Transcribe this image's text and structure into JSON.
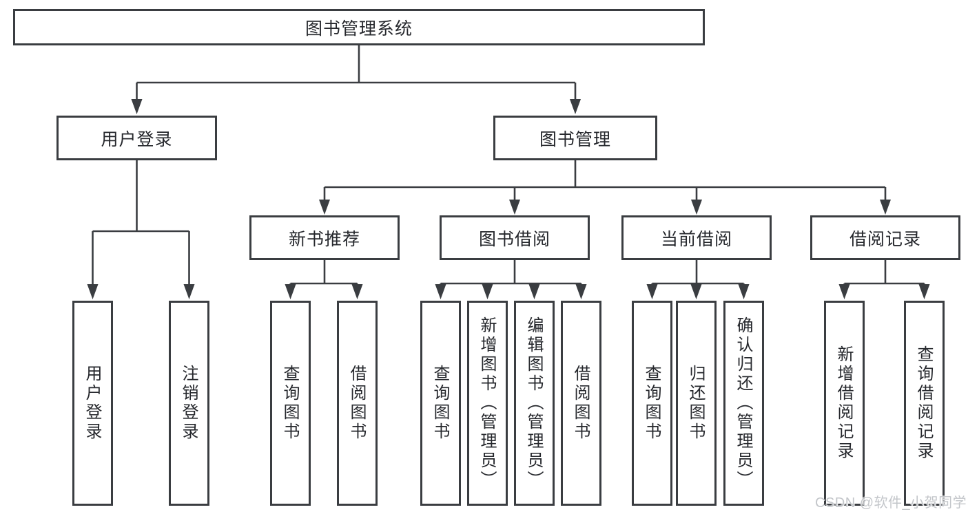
{
  "diagram": {
    "root": {
      "label": "图书管理系统"
    },
    "branches": [
      {
        "label": "用户登录",
        "children": [
          {
            "label": "用户登录"
          },
          {
            "label": "注销登录"
          }
        ]
      },
      {
        "label": "图书管理",
        "children": [
          {
            "label": "新书推荐",
            "children": [
              {
                "label": "查询图书"
              },
              {
                "label": "借阅图书"
              }
            ]
          },
          {
            "label": "图书借阅",
            "children": [
              {
                "label": "查询图书"
              },
              {
                "label": "新增图书（管理员）"
              },
              {
                "label": "编辑图书（管理员）"
              },
              {
                "label": "借阅图书"
              }
            ]
          },
          {
            "label": "当前借阅",
            "children": [
              {
                "label": "查询图书"
              },
              {
                "label": "归还图书"
              },
              {
                "label": "确认归还（管理员）"
              }
            ]
          },
          {
            "label": "借阅记录",
            "children": [
              {
                "label": "新增借阅记录"
              },
              {
                "label": "查询借阅记录"
              }
            ]
          }
        ]
      }
    ]
  },
  "watermark": {
    "text": "CSDN @软件_小贺同学"
  },
  "colors": {
    "line": "#3a3d41",
    "text": "#26282d",
    "background": "#ffffff",
    "watermark": "#c3c6ca"
  }
}
